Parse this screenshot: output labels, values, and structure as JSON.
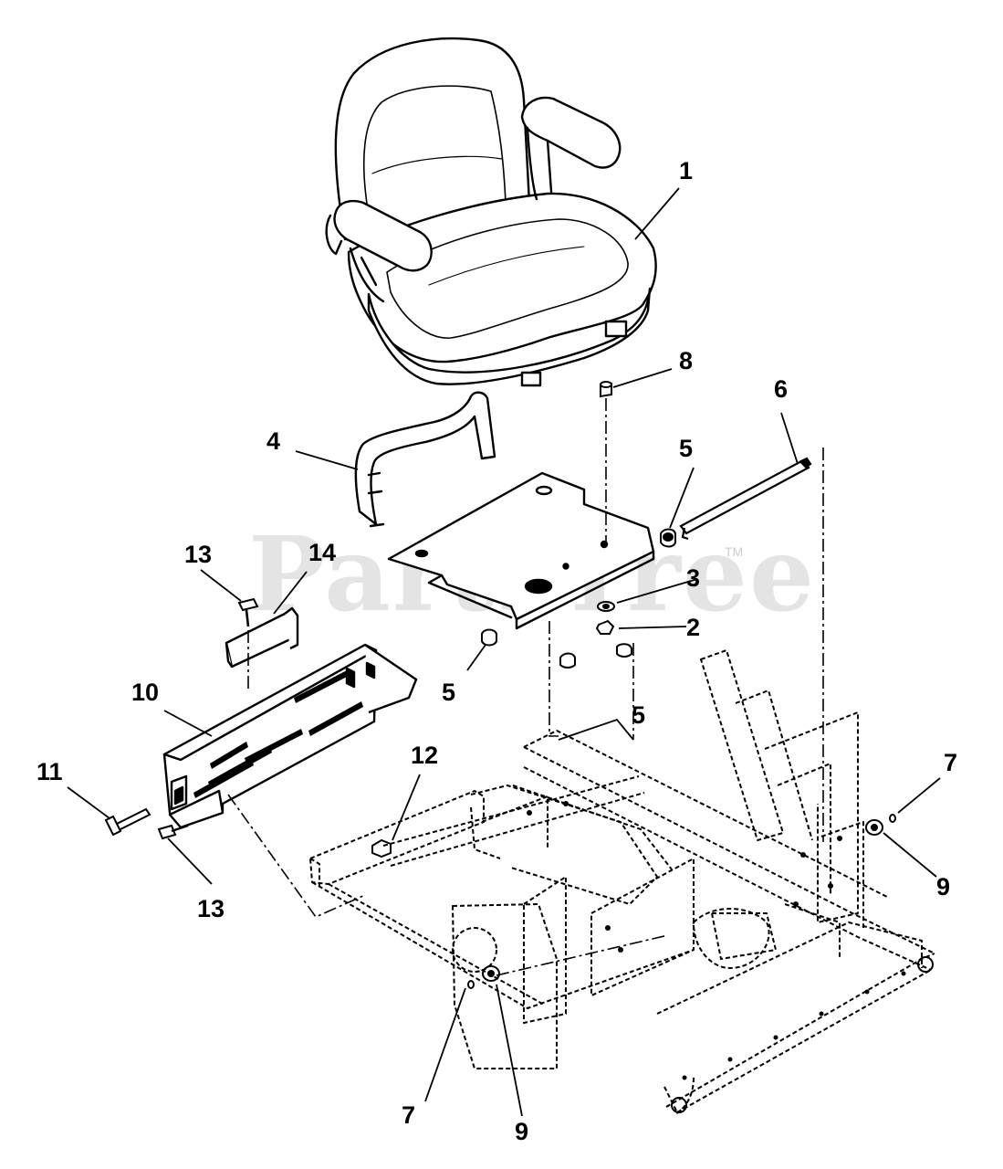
{
  "watermark": {
    "text": "PartsTree",
    "trademark": "TM"
  },
  "callouts": {
    "c1": "1",
    "c2": "2",
    "c3": "3",
    "c4": "4",
    "c5a": "5",
    "c5b": "5",
    "c5c": "5",
    "c6": "6",
    "c7a": "7",
    "c7b": "7",
    "c8": "8",
    "c9a": "9",
    "c9b": "9",
    "c10": "10",
    "c11": "11",
    "c12": "12",
    "c13a": "13",
    "c13b": "13",
    "c14": "14"
  }
}
